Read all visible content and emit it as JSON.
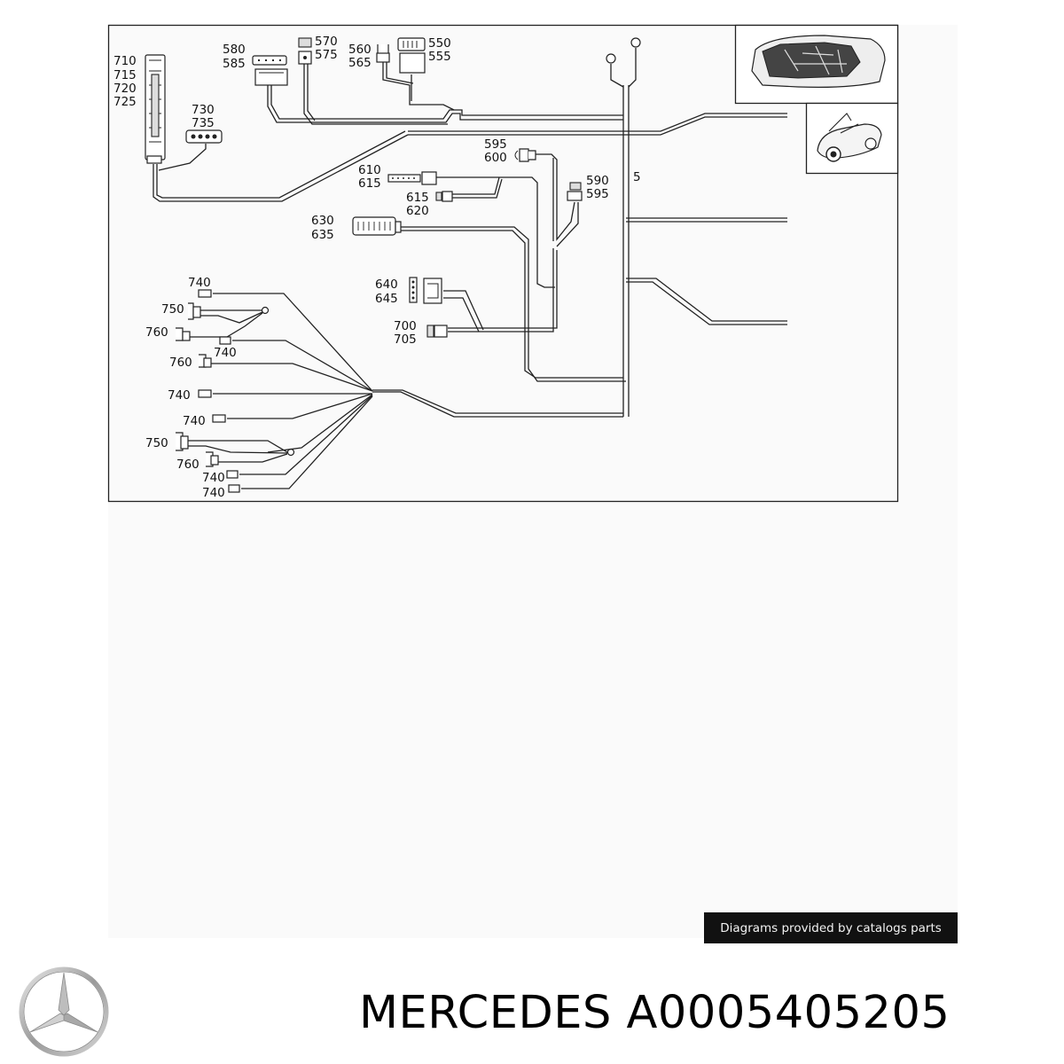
{
  "diagram": {
    "labels": {
      "l710": "710",
      "l715": "715",
      "l720": "720",
      "l725": "725",
      "l580": "580",
      "l585": "585",
      "l570": "570",
      "l575": "575",
      "l560": "560",
      "l565": "565",
      "l550": "550",
      "l555": "555",
      "l730": "730",
      "l735": "735",
      "l595a": "595",
      "l600": "600",
      "l610": "610",
      "l615a": "615",
      "l615b": "615",
      "l620": "620",
      "l590": "590",
      "l595b": "595",
      "l5": "5",
      "l630": "630",
      "l635": "635",
      "l640": "640",
      "l645": "645",
      "l700": "700",
      "l705": "705",
      "l740a": "740",
      "l750a": "750",
      "l760a": "760",
      "l740b": "740",
      "l760b": "760",
      "l740c": "740",
      "l740d": "740",
      "l750b": "750",
      "l760c": "760",
      "l740e": "740",
      "l740f": "740"
    },
    "thumbnails": [
      "car-interior-thumbnail",
      "convertible-car-thumbnail"
    ]
  },
  "credit": "Diagrams provided by catalogs parts",
  "brand": {
    "logo_icon": "mercedes-star-icon"
  },
  "title": "MERCEDES A0005405205",
  "colors": {
    "background": "#fafafa",
    "line": "#222222",
    "credit_bg": "#111111"
  }
}
